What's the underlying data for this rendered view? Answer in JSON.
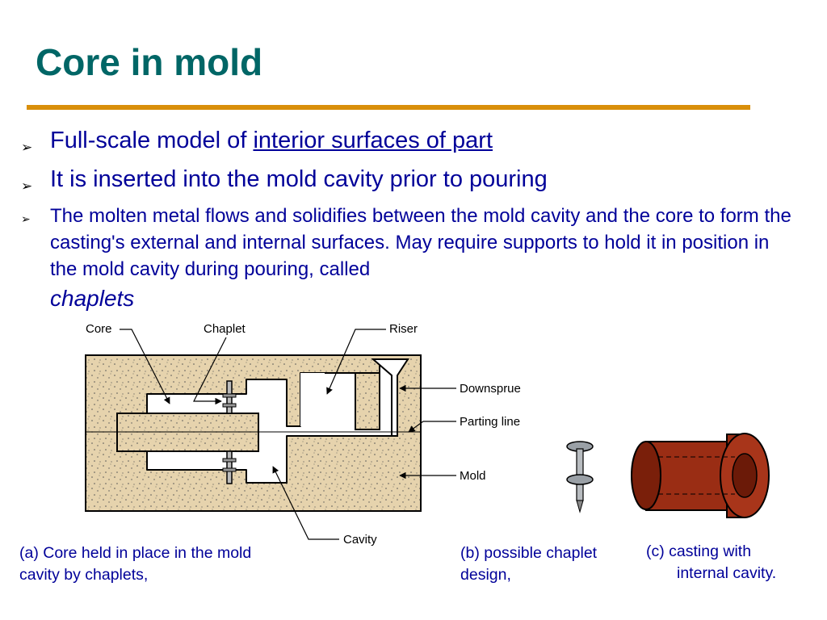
{
  "title": "Core in mold",
  "colors": {
    "title": "#006666",
    "rule": "#d98f0a",
    "text": "#000099",
    "sand": "#e6d3ad",
    "casting": "#9a2d14"
  },
  "bullets": [
    {
      "text_before": "Full-scale model of ",
      "text_underlined": "interior surfaces of part"
    },
    {
      "text": "It is inserted into the mold cavity prior to pouring"
    },
    {
      "text": "The molten metal flows and solidifies between the mold cavity and the core to form the casting's external and internal surfaces. May require supports to hold it in position in the mold cavity during pouring, called",
      "italic_word": "chaplets"
    }
  ],
  "diagram_labels": {
    "core": "Core",
    "chaplet": "Chaplet",
    "riser": "Riser",
    "downsprue": "Downsprue",
    "parting_line": "Parting line",
    "mold": "Mold",
    "cavity": "Cavity"
  },
  "captions": {
    "a": "(a) Core held in place in the mold cavity by chaplets,",
    "b": "(b) possible chaplet design,",
    "c_line1": "(c) casting with",
    "c_line2": "internal cavity."
  }
}
